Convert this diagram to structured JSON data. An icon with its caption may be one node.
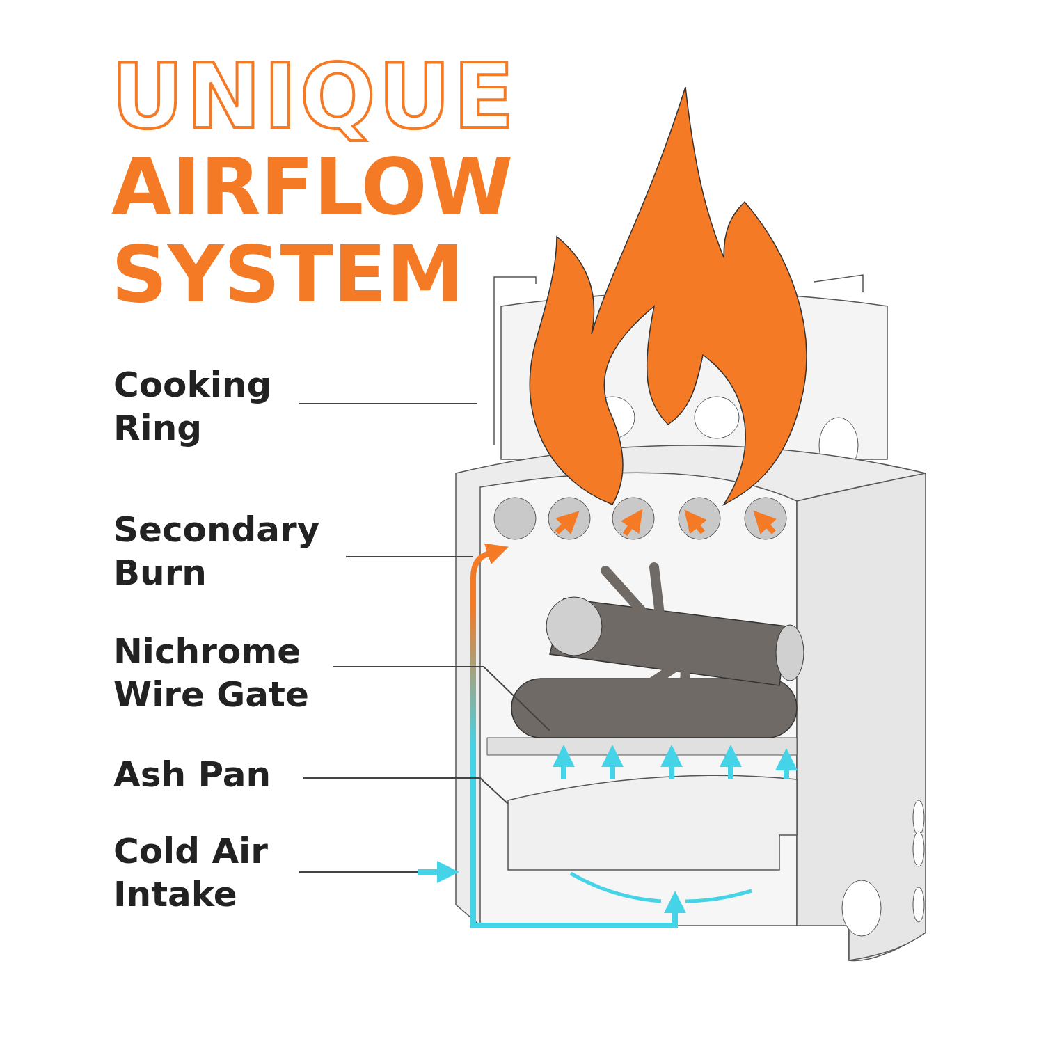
{
  "diagram": {
    "title": "UNIQUE AIRFLOW SYSTEM",
    "nodes": [
      {
        "text": [
          "Cooking Ring"
        ]
      },
      {
        "text": [
          "Secondary Burn"
        ]
      },
      {
        "text": [
          "Nichrome Wire Gate"
        ]
      },
      {
        "text": [
          "Ash Pan"
        ]
      },
      {
        "text": [
          "Cold Air Intake"
        ]
      }
    ],
    "edges": [
      {
        "from": 0,
        "to": null,
        "arrow": "none"
      },
      {
        "from": 1,
        "to": null,
        "arrow": "none"
      },
      {
        "from": 2,
        "to": null,
        "arrow": "none"
      },
      {
        "from": 3,
        "to": null,
        "arrow": "none"
      },
      {
        "from": 4,
        "to": null,
        "arrow": "none"
      }
    ]
  }
}
